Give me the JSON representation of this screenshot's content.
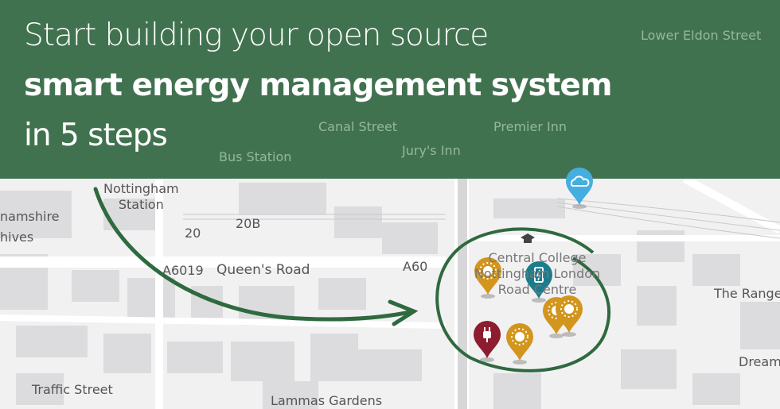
{
  "headline": {
    "line1": "Start building your open source",
    "line2": "smart energy management system",
    "line3": "in 5 steps"
  },
  "map_labels": {
    "lower_eldon": "Lower Eldon Street",
    "canal": "Canal Street",
    "bus_station": "Bus Station",
    "premier": "Premier Inn",
    "jurys": "Jury's Inn",
    "station_1": "Nottingham",
    "station_2": "Station",
    "archives_1": "namshire",
    "archives_2": "hives",
    "r20b": "20B",
    "r20": "20",
    "a6019": "A6019",
    "queens": "Queen's Road",
    "a60": "A60",
    "college_1": "Central College",
    "college_2": "Nottingham London",
    "college_3": "Road Centre",
    "range": "The Range",
    "dream": "Dream",
    "traffic": "Traffic Street",
    "lammas": "Lammas Gardens"
  },
  "pins": [
    {
      "icon": "weather-icon",
      "color": "#45aee0"
    },
    {
      "icon": "battery-icon",
      "color": "#1d7c8c"
    },
    {
      "icon": "solar-icon",
      "color": "#d2951d"
    },
    {
      "icon": "plug-icon",
      "color": "#8c1c2e"
    }
  ],
  "colors": {
    "banner": "#3a6e4c",
    "arrow": "#2f6a3f"
  }
}
